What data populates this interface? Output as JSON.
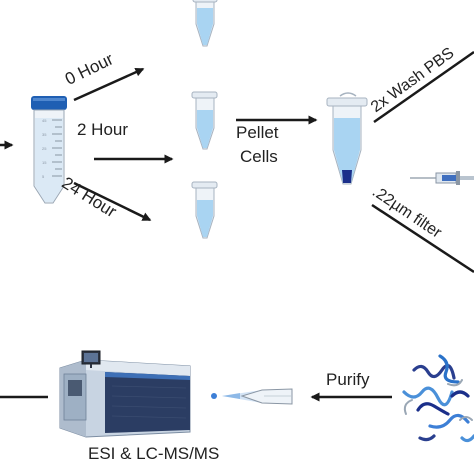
{
  "labels": {
    "zero_hour": "0 Hour",
    "two_hour": "2 Hour",
    "twentyfour_hour": "24 Hour",
    "pellet_line1": "Pellet",
    "pellet_line2": "Cells",
    "wash": "2x Wash PBS",
    "filter": ".22µm filter",
    "purify": "Purify",
    "esi": "ESI & LC-MS/MS"
  },
  "colors": {
    "text": "#222222",
    "arrow": "#1a1a1a",
    "tube_liquid": "#a9d4f2",
    "cap_blue": "#1f5fb3",
    "pellet_navy": "#1b2f8a",
    "instrument_dark": "#2b3d63",
    "instrument_body": "#b8c7d9",
    "ms_accent": "#3d6fb6"
  },
  "icons": [
    "conical-tube-icon",
    "microtube-icon",
    "syringe-icon",
    "mass-spectrometer-icon",
    "esi-emitter-icon",
    "peptide-icon"
  ]
}
